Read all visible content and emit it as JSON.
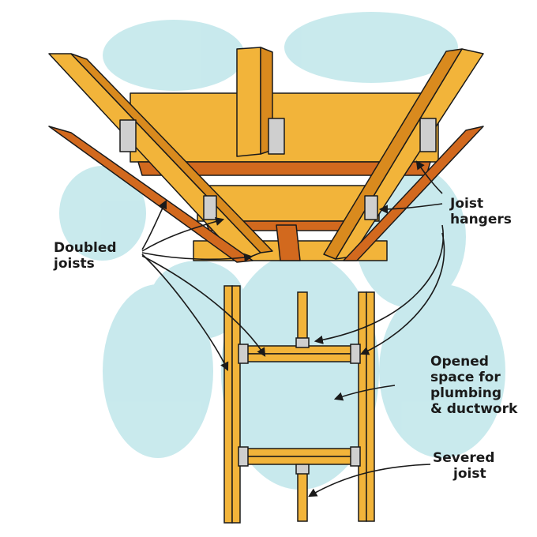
{
  "labels": {
    "joist_hangers": [
      "Joist",
      "hangers"
    ],
    "doubled_joists": [
      "Doubled",
      "joists"
    ],
    "opened_space": [
      "Opened",
      "space for",
      "plumbing",
      "& ductwork"
    ],
    "severed_joist": [
      "Severed",
      "joist"
    ]
  },
  "colors": {
    "wood": "#f2b43a",
    "wood_dark": "#d98a1e",
    "wood_shadow": "#c96f14",
    "joist_red": "#d2691e",
    "metal": "#cfcfcf",
    "watercolor": "#bfe6ea",
    "ink": "#1a1a1a"
  }
}
